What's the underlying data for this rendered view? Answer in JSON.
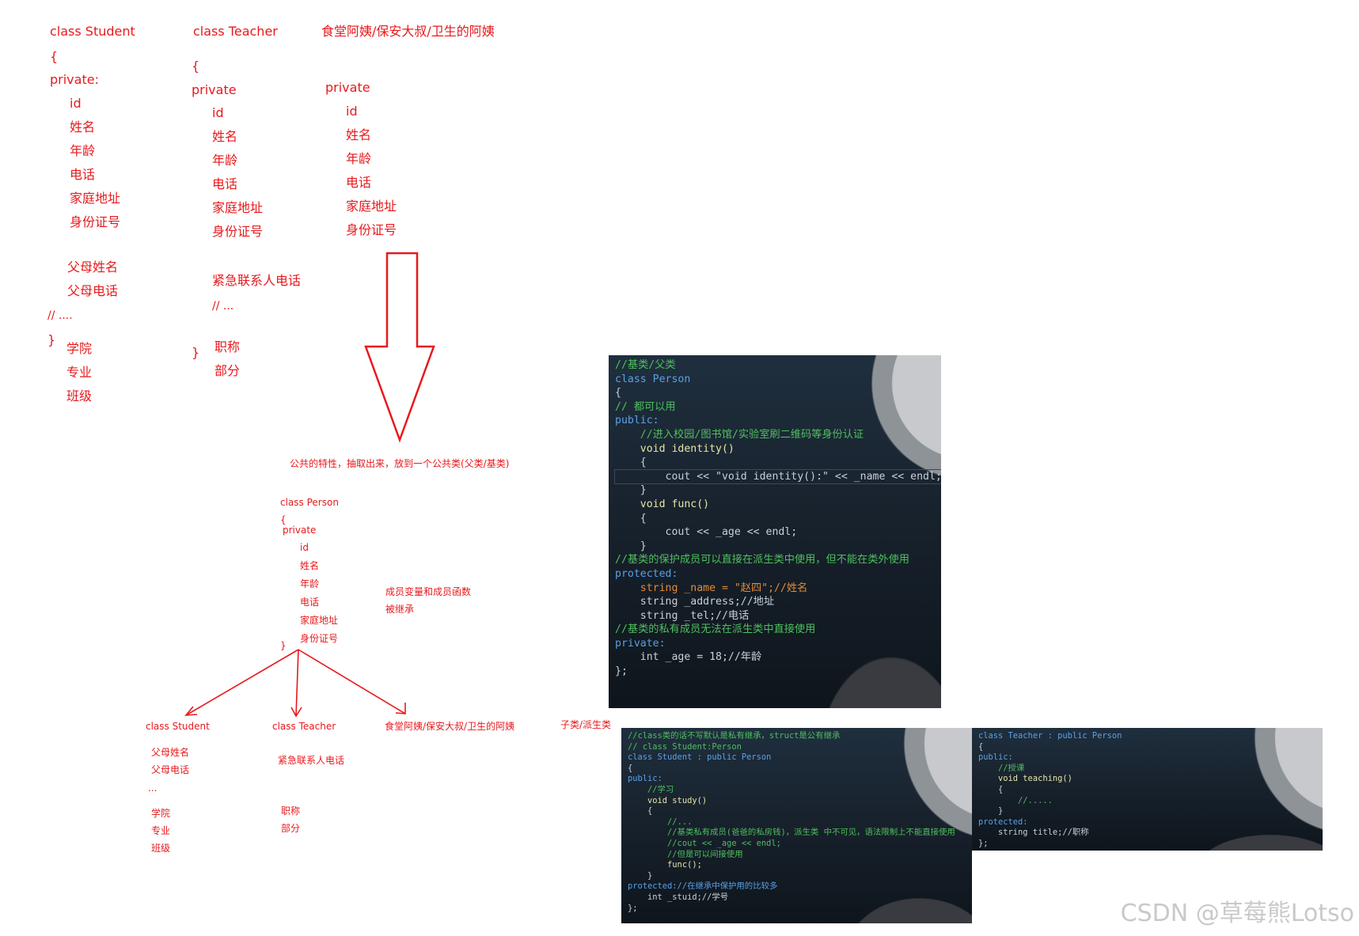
{
  "colors": {
    "ink": "#e8191d",
    "code_bg": "#18222d",
    "comment": "#4fbf5f",
    "keyword": "#5aa0e8",
    "string": "#e08a3c"
  },
  "col1": {
    "title": "class Student",
    "open": "{",
    "access": "private:",
    "fields": [
      "id",
      "姓名",
      "年龄",
      "电话",
      "家庭地址",
      "身份证号"
    ],
    "extra": [
      "父母姓名",
      "父母电话"
    ],
    "etc": "// ....",
    "close": "}",
    "tail": [
      "学院",
      "专业",
      "班级"
    ]
  },
  "col2": {
    "title": "class  Teacher",
    "open": "{",
    "access": "private",
    "fields": [
      "id",
      "姓名",
      "年龄",
      "电话",
      "家庭地址",
      "身份证号"
    ],
    "extra": [
      "紧急联系人电话"
    ],
    "etc": "//  ...",
    "close": "}",
    "tail": [
      "职称",
      "部分"
    ]
  },
  "col3": {
    "title": "食堂阿姨/保安大叔/卫生的阿姨",
    "access": "private",
    "fields": [
      "id",
      "姓名",
      "年龄",
      "电话",
      "家庭地址",
      "身份证号"
    ]
  },
  "common_note": "公共的特性，抽取出来，放到一个公共类(父类/基类)",
  "person": {
    "title": "class Person",
    "open": "{",
    "access": "private",
    "fields": [
      "id",
      "姓名",
      "年龄",
      "电话",
      "家庭地址",
      "身份证号"
    ],
    "close": "}",
    "note": [
      "成员变量和成员函数",
      "被继承"
    ]
  },
  "children": {
    "student": {
      "title": "class Student",
      "items": [
        "父母姓名",
        "父母电话",
        "...",
        "学院",
        "专业",
        "班级"
      ]
    },
    "teacher": {
      "title": "class  Teacher",
      "items": [
        "紧急联系人电话",
        "职称",
        "部分"
      ]
    },
    "staff": {
      "title": "食堂阿姨/保安大叔/卫生的阿姨"
    },
    "label": "子类/派生类"
  },
  "code_person": [
    "//基类/父类",
    "class Person",
    "{",
    "// 都可以用",
    "public:",
    "    //进入校园/图书馆/实验室刷二维码等身份认证",
    "    void identity()",
    "    {",
    "        cout << \"void identity():\" << _name << endl;",
    "    }",
    "    void func()",
    "    {",
    "        cout << _age << endl;",
    "    }",
    "",
    "//基类的保护成员可以直接在派生类中使用，但不能在类外使用",
    "protected:",
    "    string _name = \"赵四\";//姓名",
    "    string _address;//地址",
    "    string _tel;//电话",
    "",
    "//基类的私有成员无法在派生类中直接使用",
    "private:",
    "    int _age = 18;//年龄",
    "};"
  ],
  "code_student": [
    "//class类的话不写默认是私有继承，struct是公有继承",
    "// class Student:Person",
    "class Student : public Person",
    "{",
    "public:",
    "    //学习",
    "    void study()",
    "    {",
    "        //...",
    "        //基类私有成员(爸爸的私房钱)，派生类 中不可见，语法限制上不能直接使用",
    "        //cout << _age << endl;",
    "",
    "        //但是可以间接使用",
    "        func();",
    "    }",
    "protected://在继承中保护用的比较多",
    "    int _stuid;//学号",
    "};"
  ],
  "code_teacher": [
    "class Teacher : public Person",
    "{",
    "public:",
    "    //授课",
    "    void teaching()",
    "    {",
    "        //.....",
    "    }",
    "protected:",
    "    string title;//职称",
    "};"
  ],
  "watermark": "CSDN @草莓熊Lotso"
}
